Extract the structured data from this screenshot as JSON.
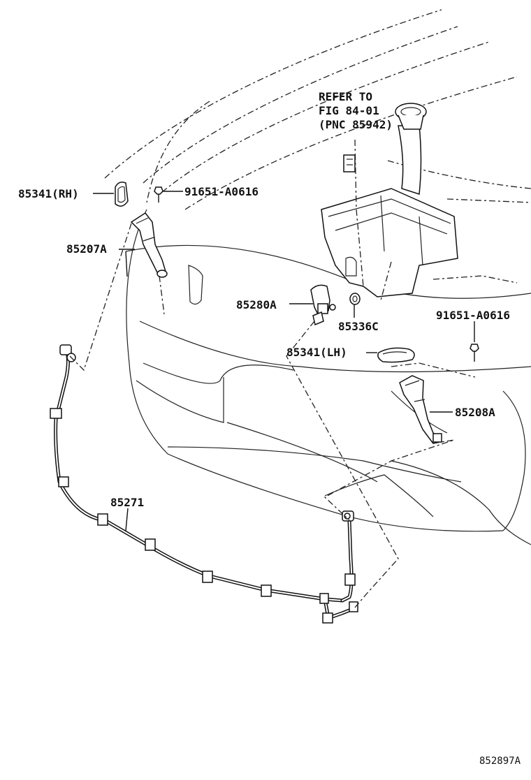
{
  "diagram": {
    "labels": {
      "refer_line1": "REFER TO",
      "refer_line2": "FIG 84-01",
      "refer_line3": "(PNC 85942)",
      "p85341rh": "85341(RH)",
      "p91651_top": "91651-A0616",
      "p85207a": "85207A",
      "p85280a": "85280A",
      "p85336c": "85336C",
      "p91651_right": "91651-A0616",
      "p85341lh": "85341(LH)",
      "p85208a": "85208A",
      "p85271": "85271",
      "figure_id": "852897A"
    }
  }
}
